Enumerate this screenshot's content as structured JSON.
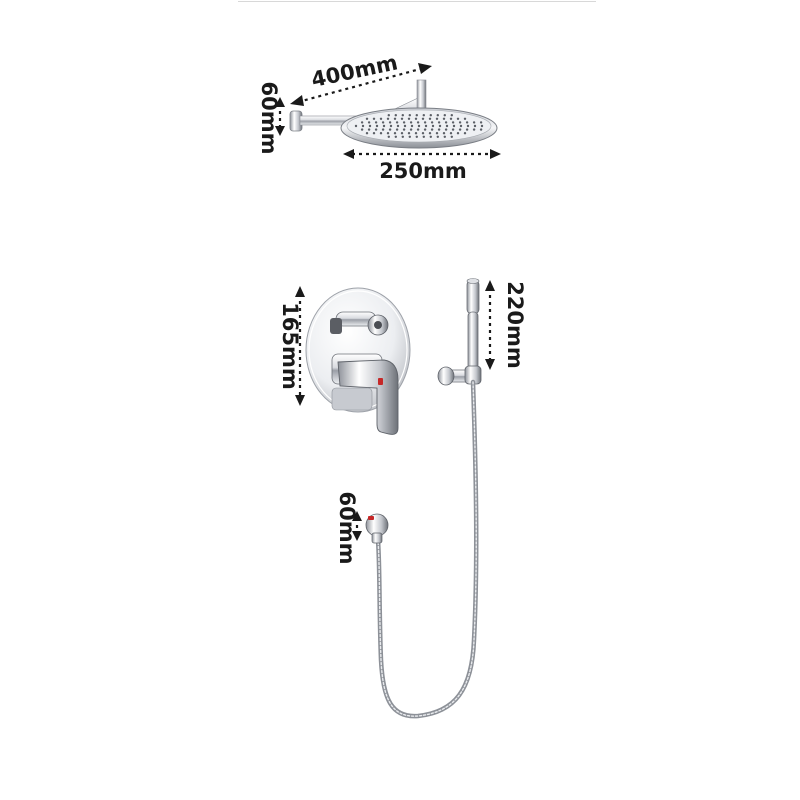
{
  "dimensions": {
    "arm_length": "400mm",
    "arm_drop": "60mm",
    "head_diameter": "250mm",
    "valve_plate_height": "165mm",
    "handshower_length": "220mm",
    "outlet_depth": "60mm"
  },
  "colors": {
    "dimension_ink": "#1a1a1a",
    "chrome_light": "#f4f5f7",
    "chrome_mid": "#b9bcc2",
    "chrome_dark": "#4a4d53",
    "accent_red": "#c62828"
  }
}
